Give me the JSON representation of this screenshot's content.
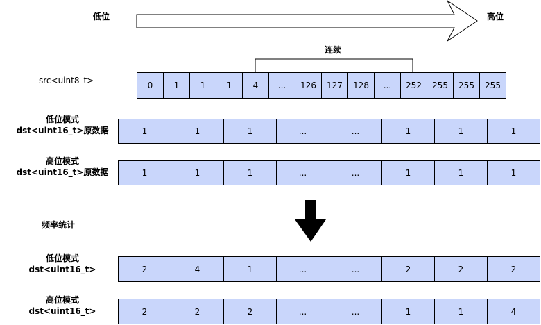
{
  "header": {
    "low_label": "低位",
    "high_label": "高位",
    "continuous_label": "连续"
  },
  "src": {
    "label": "src<uint8_t>",
    "cells": [
      "0",
      "1",
      "1",
      "1",
      "4",
      "...",
      "126",
      "127",
      "128",
      "...",
      "252",
      "255",
      "255",
      "255"
    ]
  },
  "low_raw": {
    "label_line1": "低位模式",
    "label_line2": "dst<uint16_t>原数据",
    "cells": [
      "1",
      "1",
      "1",
      "...",
      "...",
      "1",
      "1",
      "1"
    ]
  },
  "high_raw": {
    "label_line1": "高位模式",
    "label_line2": "dst<uint16_t>原数据",
    "cells": [
      "1",
      "1",
      "1",
      "...",
      "...",
      "1",
      "1",
      "1"
    ]
  },
  "freq": {
    "label": "频率统计"
  },
  "low_result": {
    "label_line1": "低位模式",
    "label_line2": "dst<uint16_t>",
    "cells": [
      "2",
      "4",
      "1",
      "...",
      "...",
      "2",
      "2",
      "2"
    ]
  },
  "high_result": {
    "label_line1": "高位模式",
    "label_line2": "dst<uint16_t>",
    "cells": [
      "2",
      "2",
      "2",
      "...",
      "...",
      "1",
      "1",
      "4"
    ]
  }
}
